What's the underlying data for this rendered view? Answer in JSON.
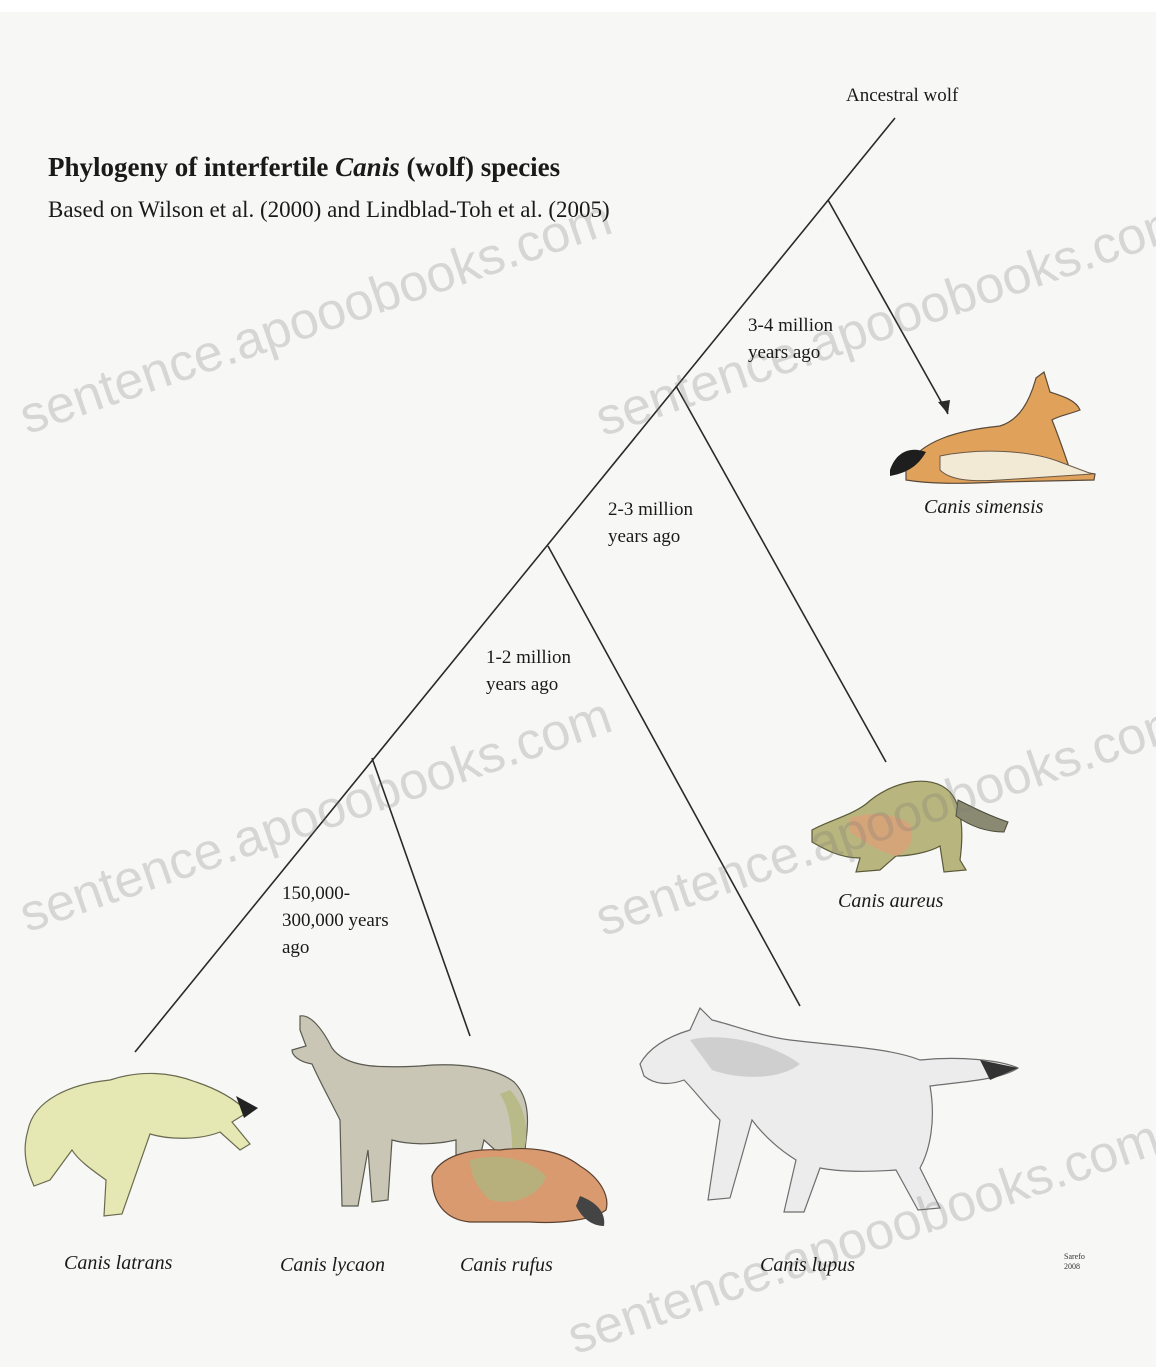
{
  "header": {
    "title_prefix": "Phylogeny of interfertile ",
    "title_genus": "Canis",
    "title_suffix": " (wolf) species",
    "subtitle": "Based on Wilson et al. (2000) and Lindblad-Toh et al. (2005)"
  },
  "root_label": "Ancestral wolf",
  "divergence_labels": [
    "3-4 million\nyears ago",
    "2-3 million\nyears ago",
    "1-2 million\nyears ago",
    "150,000-\n300,000 years\nago"
  ],
  "species": [
    {
      "name": "Canis simensis",
      "coat": "#e0a25a"
    },
    {
      "name": "Canis aureus",
      "coat": "#b9b57e"
    },
    {
      "name": "Canis latrans",
      "coat": "#e6e8b4"
    },
    {
      "name": "Canis lycaon",
      "coat": "#c9c6b6"
    },
    {
      "name": "Canis rufus",
      "coat": "#d89a6e"
    },
    {
      "name": "Canis lupus",
      "coat": "#e9e9e9"
    }
  ],
  "watermark": "sentence.apooobooks.com",
  "artist_credit": "Sarefo\n2008"
}
